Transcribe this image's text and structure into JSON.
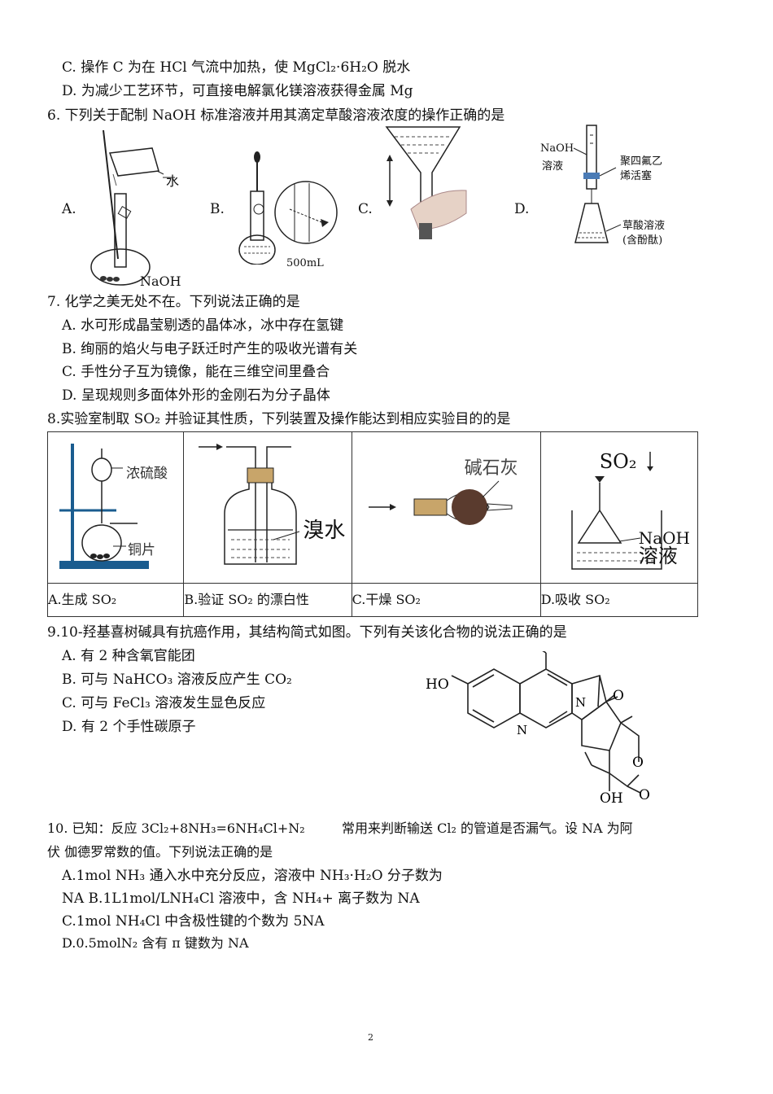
{
  "q5_tail": {
    "c": "C.  操作  C 为在 HCl 气流中加热，使 MgCl₂·6H₂O  脱水",
    "d": "D.  为减少工艺环节，可直接电解氯化镁溶液获得金属  Mg"
  },
  "q6": {
    "stem": "6.  下列关于配制 NaOH 标准溶液并用其滴定草酸溶液浓度的操作正确的是",
    "options": [
      "A.",
      "B.",
      "C.",
      "D."
    ],
    "fig_a": {
      "water": "水",
      "naoh": "NaOH"
    },
    "fig_b": {
      "volume": "500mL"
    },
    "fig_d": {
      "naoh1": "NaOH",
      "naoh2": "溶液",
      "ptfe1": "聚四氟乙",
      "ptfe2": "烯活塞",
      "ox1": "草酸溶液",
      "ox2": "(含酚酞)"
    }
  },
  "q7": {
    "stem": "7.  化学之美无处不在。下列说法正确的是",
    "a": "A.  水可形成晶莹剔透的晶体冰，冰中存在氢键",
    "b": "B.  绚丽的焰火与电子跃迁时产生的吸收光谱有关",
    "c": "C.  手性分子互为镜像，能在三维空间里叠合",
    "d": "D.  呈现规则多面体外形的金刚石为分子晶体"
  },
  "q8": {
    "stem": "8.实验室制取 SO₂ 并验证其性质，下列装置及操作能达到相应实验目的的是",
    "fig_a": {
      "acid": "浓硫酸",
      "cu": "铜片"
    },
    "fig_b": {
      "br": "溴水"
    },
    "fig_c": {
      "lime": "碱石灰"
    },
    "fig_d": {
      "so2": "SO₂",
      "naoh": "NaOH",
      "sol": "溶液"
    },
    "captions": [
      "A.生成 SO₂",
      "B.验证 SO₂ 的漂白性",
      "C.干燥 SO₂",
      "D.吸收 SO₂"
    ]
  },
  "q9": {
    "stem": "9.10-羟基喜树碱具有抗癌作用，其结构简式如图。下列有关该化合物的说法正确的是",
    "a": "A.  有 2 种含氧官能团",
    "b": "B.  可与 NaHCO₃ 溶液反应产生 CO₂",
    "c": "C.  可与 FeCl₃ 溶液发生显色反应",
    "d": "D.  有 2 个手性碳原子",
    "struct": {
      "ho": "HO",
      "n1": "N",
      "n2": "N",
      "o1": "O",
      "o2": "O",
      "o3": "O",
      "oh": "OH"
    }
  },
  "q10": {
    "stem1a": "10.  已知：反应 3Cl₂+8NH₃=6NH₄Cl+N₂",
    "stem1b": "常用来判断输送 Cl₂ 的管道是否漏气。设 NA  为阿",
    "stem2": "伏  伽德罗常数的值。下列说法正确的是",
    "a": "A.1mol   NH₃ 通入水中充分反应，溶液中  NH₃·H₂O  分子数为",
    "b": "NA B.1L1mol/LNH₄Cl    溶液中，含 NH₄+ 离子数为 NA",
    "c": "C.1mol   NH₄Cl 中含极性键的个数为 5NA",
    "d": "D.0.5molN₂ 含有 π 键数为 NA"
  },
  "page_number": "2"
}
